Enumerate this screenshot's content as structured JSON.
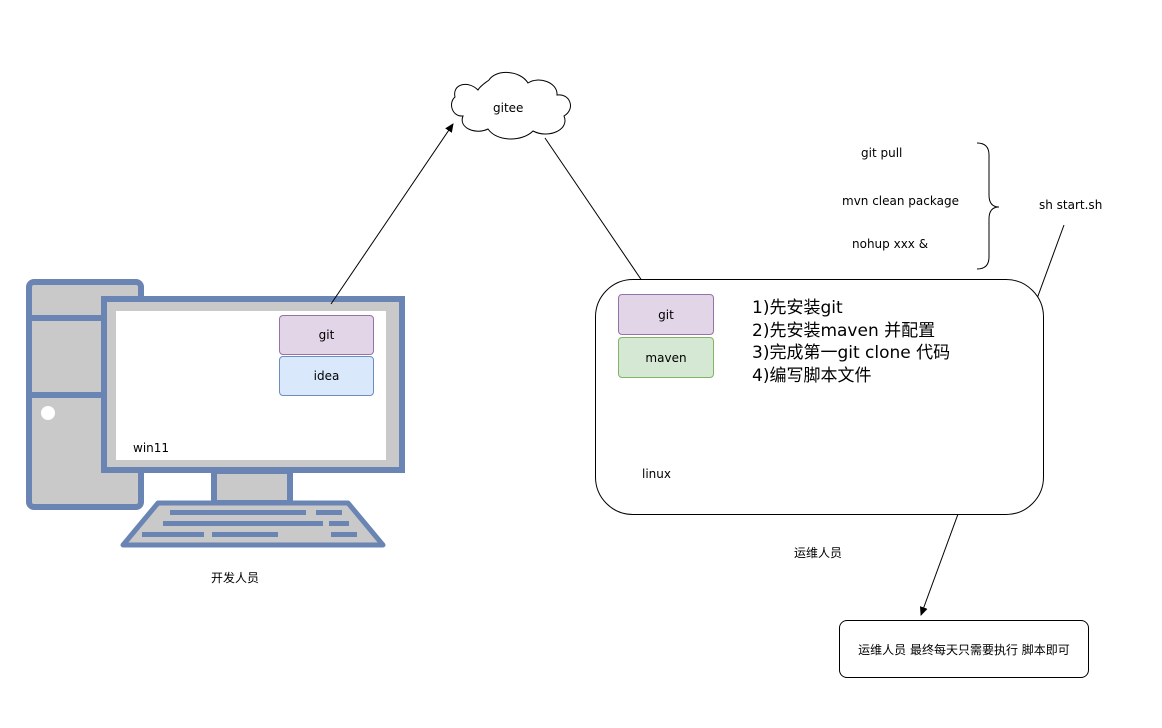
{
  "cloud": {
    "label": "gitee"
  },
  "developer": {
    "machine_label": "win11",
    "git_label": "git",
    "idea_label": "idea",
    "caption": "开发人员"
  },
  "server": {
    "git_label": "git",
    "maven_label": "maven",
    "os_label": "linux",
    "steps": [
      "1)先安装git",
      "2)先安装maven 并配置",
      "3)完成第一git  clone  代码",
      "4)编写脚本文件"
    ],
    "caption": "运维人员"
  },
  "script": {
    "commands": [
      "git pull",
      "mvn clean  package",
      "nohup  xxx  &"
    ],
    "name": "sh  start.sh"
  },
  "note": {
    "text": "运维人员 最终每天只需要执行 脚本即可"
  },
  "colors": {
    "computer_fill": "#c9c9c9",
    "computer_stroke": "#6a84b4",
    "git_fill": "#e1d5e7",
    "idea_fill": "#dae8fc",
    "maven_fill": "#d5e8d4"
  }
}
